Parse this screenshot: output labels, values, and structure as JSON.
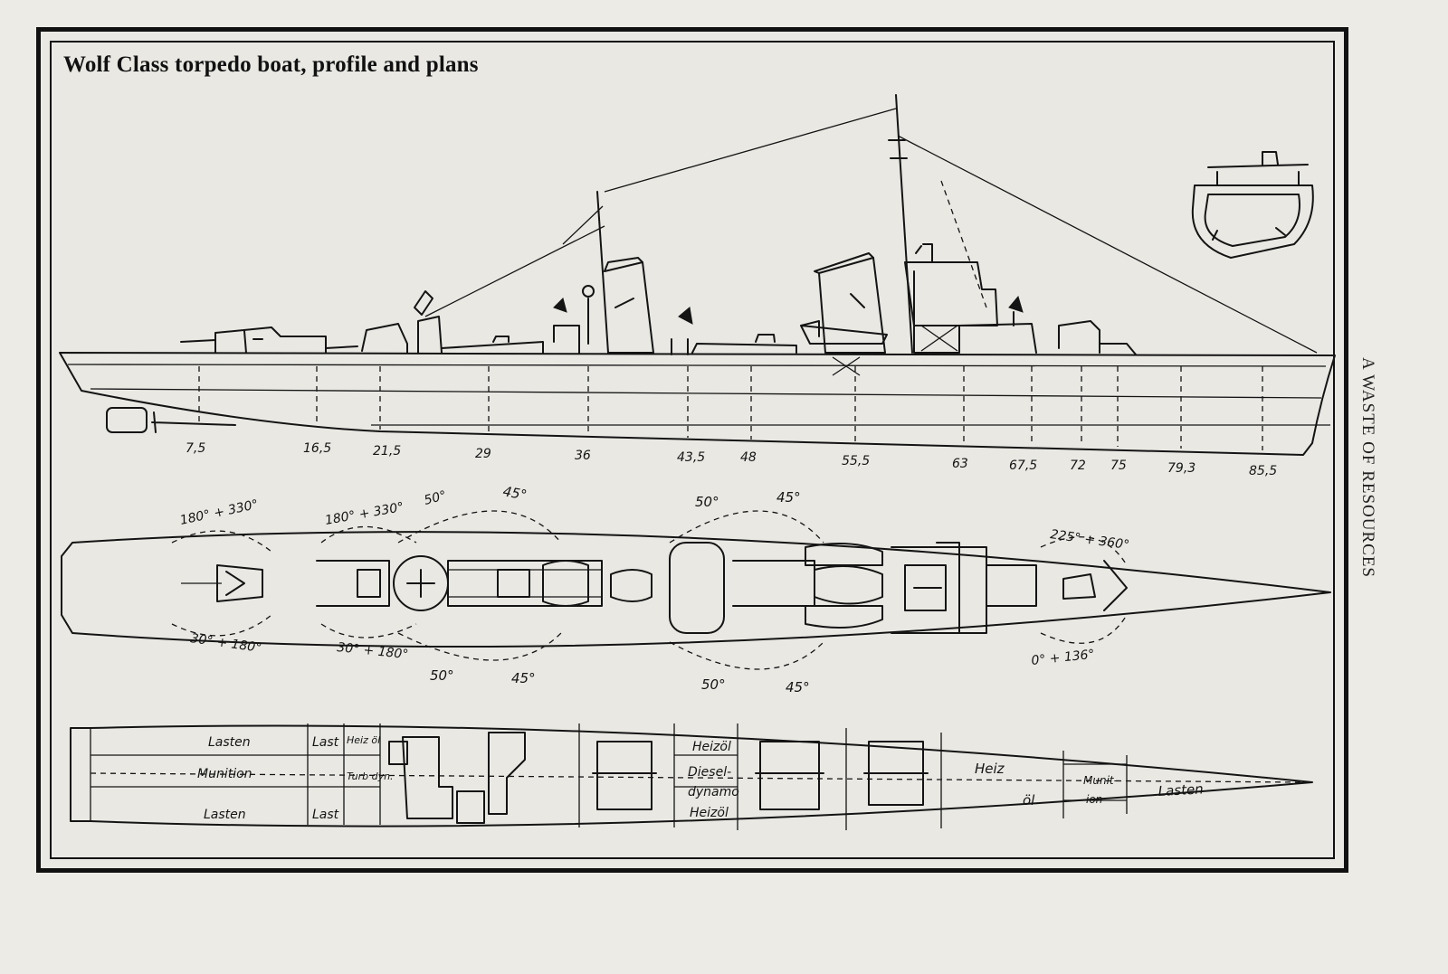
{
  "title": "Wolf Class torpedo boat, profile and plans",
  "running_head": "A WASTE OF RESOURCES",
  "frame_stations": [
    "7,5",
    "16,5",
    "21,5",
    "29",
    "36",
    "43,5",
    "48",
    "55,5",
    "63",
    "67,5",
    "72",
    "75",
    "79,3",
    "85,5"
  ],
  "firing_arcs": [
    "180° + 330°",
    "180° + 330°",
    "50°",
    "45°",
    "50°",
    "45°",
    "225° + 360°",
    "30° + 180°",
    "30° + 180°",
    "50°",
    "45°",
    "50°",
    "45°",
    "0° + 136°"
  ],
  "compartments": [
    "Lasten",
    "Last",
    "Heiz öl",
    "Munition",
    "Turb dyn.",
    "Lasten",
    "Last",
    "Heizöl",
    "Diesel-",
    "dynamo",
    "Heizöl",
    "Heiz",
    "öl",
    "Munit-",
    "ion",
    "Lasten"
  ]
}
